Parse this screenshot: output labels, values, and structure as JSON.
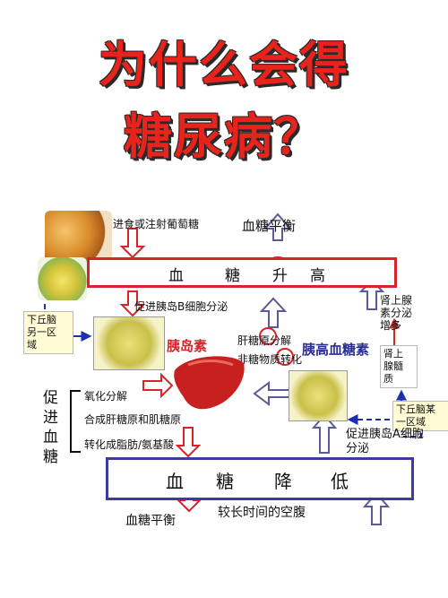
{
  "title": {
    "line1": "为什么会得",
    "line2": "糖尿病？"
  },
  "diagram": {
    "top_balance": "血糖平衡",
    "rise_box": {
      "c1": "血",
      "c2": "糖",
      "c3": "升",
      "c4": "高"
    },
    "eat_label": "进食或注射葡萄糖",
    "promote_b": "促进胰岛B细胞分泌",
    "insulin": "胰岛素",
    "glucagon": "胰高血糖素",
    "hypothalamus_left": "下丘脑\n另一区\n域",
    "hypothalamus_right": "下丘脑某\n一区域",
    "adrenal_cortex": "肾上腺\n素分泌\n增多",
    "adrenal_medulla": "肾上\n腺髓\n质",
    "glycogen_break": "肝糖原分解",
    "non_sugar": "非糖物质转化",
    "promote_side": "促\n进\n血\n糖",
    "effects": [
      "氧化分解",
      "合成肝糖原和肌糖原",
      "转化成脂肪/氨基酸"
    ],
    "promote_a": "促进胰岛A细胞\n分泌",
    "fall_box": {
      "c1": "血",
      "c2": "糖",
      "c3": "降",
      "c4": "低"
    },
    "bottom_balance": "血糖平衡",
    "fasting": "较长时间的空腹"
  }
}
